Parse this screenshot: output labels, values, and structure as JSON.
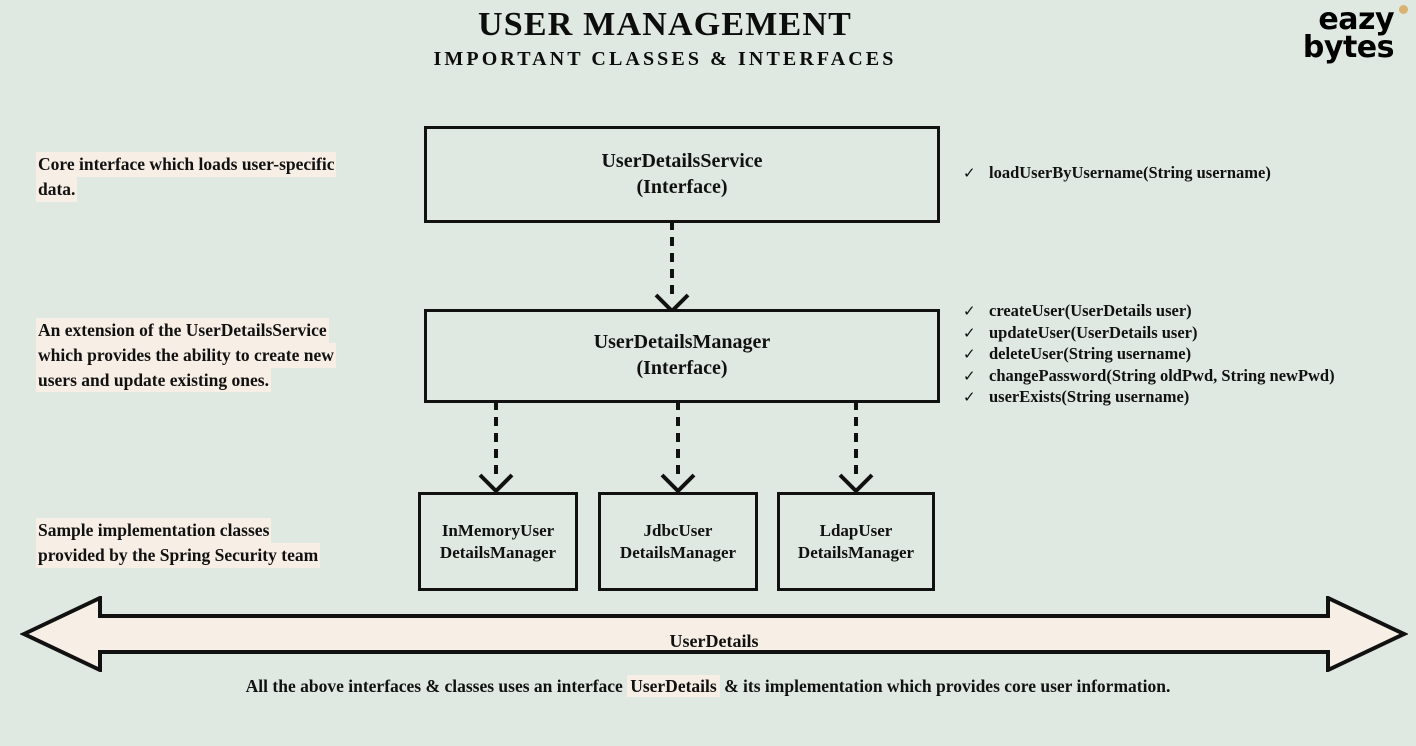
{
  "header": {
    "title": "USER MANAGEMENT",
    "subtitle": "IMPORTANT CLASSES & INTERFACES"
  },
  "logo": {
    "line1": "eazy",
    "line2": "bytes",
    "dot_color": "#d8b271"
  },
  "colors": {
    "background": "#dfe8e1",
    "highlight": "#f7eee5",
    "stroke": "#111111",
    "banner_fill": "#f7efe6"
  },
  "annotations": {
    "user_details_service": {
      "lines": [
        "Core interface which loads user-specific",
        "data."
      ]
    },
    "user_details_manager": {
      "lines": [
        "An extension of  the UserDetailsService",
        "which provides the ability to create new",
        "users and update existing ones."
      ]
    },
    "implementations": {
      "lines": [
        "Sample implementation classes",
        "provided by the Spring Security team"
      ]
    }
  },
  "boxes": {
    "user_details_service": {
      "name": "UserDetailsService",
      "kind": "(Interface)"
    },
    "user_details_manager": {
      "name": "UserDetailsManager",
      "kind": "(Interface)"
    },
    "in_memory": {
      "line1": "InMemoryUser",
      "line2": "DetailsManager"
    },
    "jdbc": {
      "line1": "JdbcUser",
      "line2": "DetailsManager"
    },
    "ldap": {
      "line1": "LdapUser",
      "line2": "DetailsManager"
    }
  },
  "methods": {
    "bullet": "✓",
    "user_details_service": [
      "loadUserByUsername(String username)"
    ],
    "user_details_manager": [
      "createUser(UserDetails user)",
      "updateUser(UserDetails user)",
      "deleteUser(String username)",
      "changePassword(String oldPwd, String newPwd)",
      "userExists(String username)"
    ]
  },
  "banner": {
    "label": "UserDetails"
  },
  "footer": {
    "before": "All the above interfaces & classes uses an interface ",
    "highlight": "UserDetails",
    "after": " & its implementation which provides core user information."
  }
}
